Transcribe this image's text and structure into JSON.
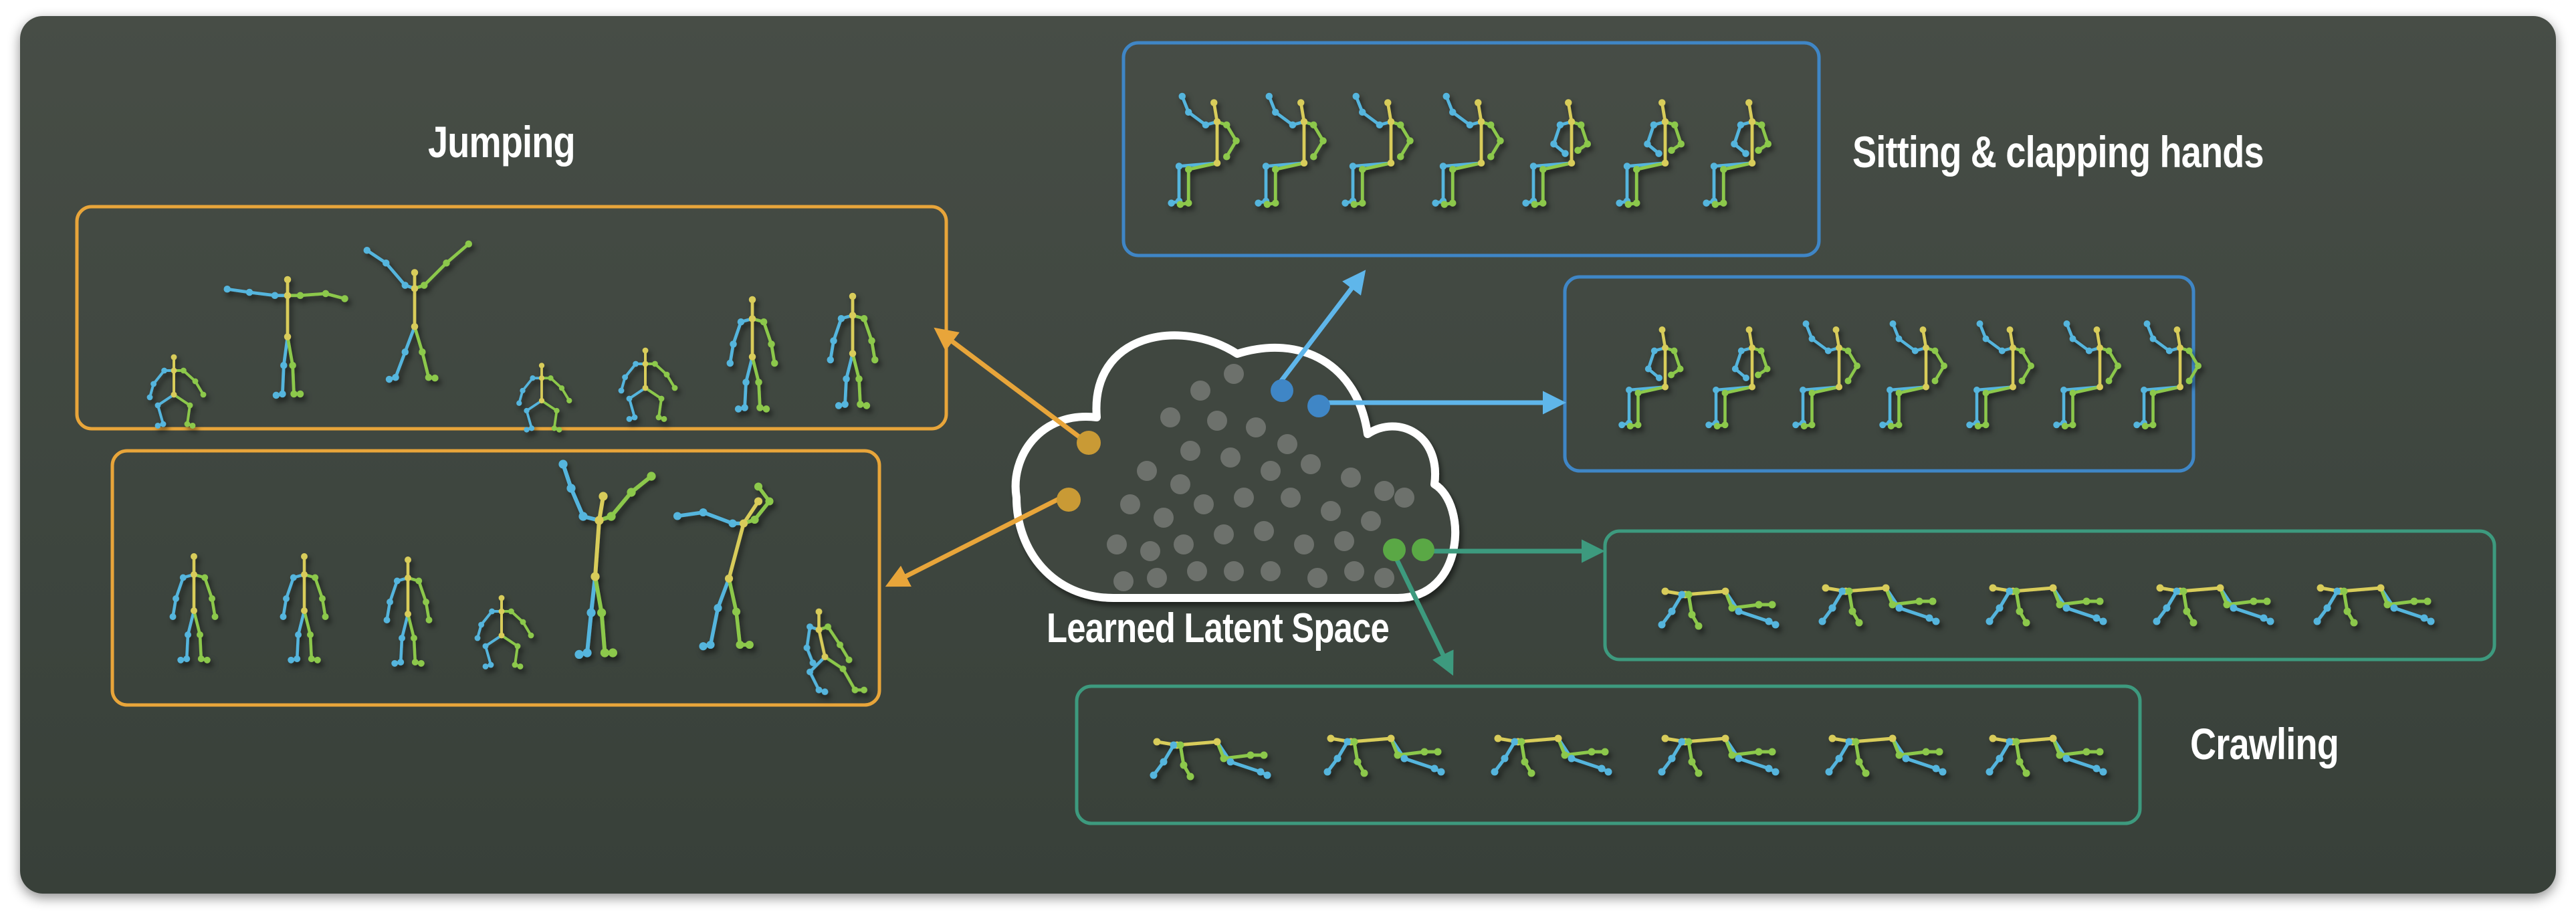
{
  "groups": {
    "jumping": {
      "label": "Jumping"
    },
    "sitting": {
      "label": "Sitting & clapping hands"
    },
    "crawling": {
      "label": "Crawling"
    }
  },
  "latent": {
    "label": "Learned Latent Space"
  },
  "colors": {
    "orange": "#e8a53a",
    "blue": "#3f86c6",
    "teal": "#3d9a7e",
    "bone_green": "#8cc84b",
    "bone_blue": "#55b5dd",
    "spine_yellow": "#d8cc5a",
    "cloud_dot": "#6d716c"
  }
}
